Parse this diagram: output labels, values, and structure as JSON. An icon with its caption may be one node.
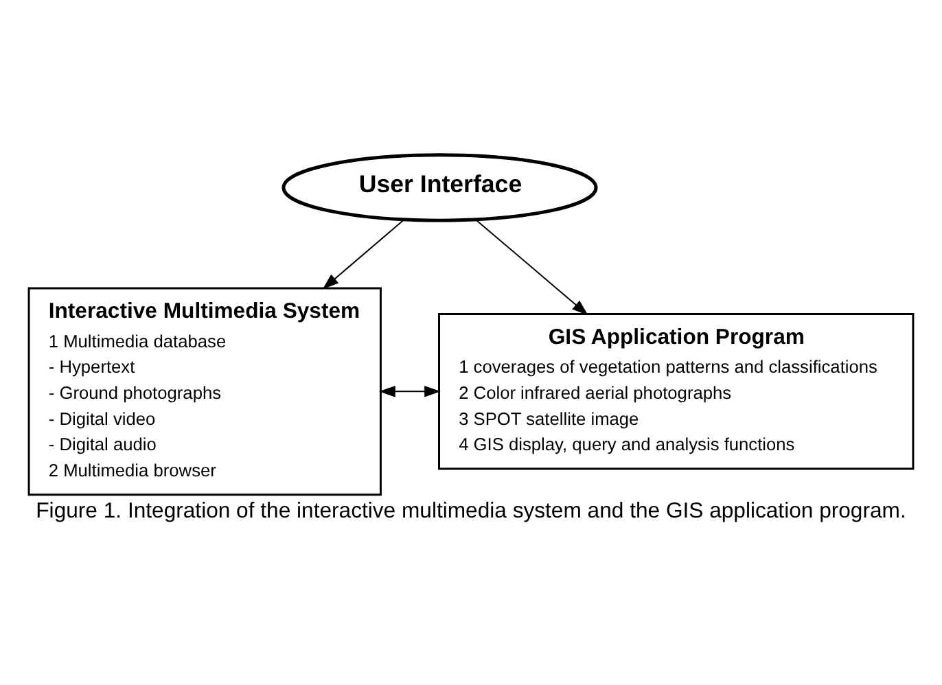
{
  "diagram": {
    "caption": "Figure 1. Integration of the interactive multimedia system and the GIS application program.",
    "nodes": [
      {
        "text": [
          "User Interface"
        ]
      },
      {
        "text": [
          "Interactive Multimedia System",
          "1 Multimedia database",
          "- Hypertext",
          "- Ground photographs",
          "- Digital video",
          "- Digital audio",
          "2 Multimedia browser"
        ]
      },
      {
        "text": [
          "GIS Application Program",
          "1 coverages of vegetation patterns and classifications",
          "2 Color infrared aerial photographs",
          "3 SPOT satellite image",
          "4 GIS display, query and analysis functions"
        ]
      }
    ],
    "edges": [
      {
        "from": 0,
        "to": 1,
        "arrow": "to"
      },
      {
        "from": 0,
        "to": 2,
        "arrow": "to"
      },
      {
        "from": 1,
        "to": 2,
        "arrow": "both"
      }
    ]
  }
}
